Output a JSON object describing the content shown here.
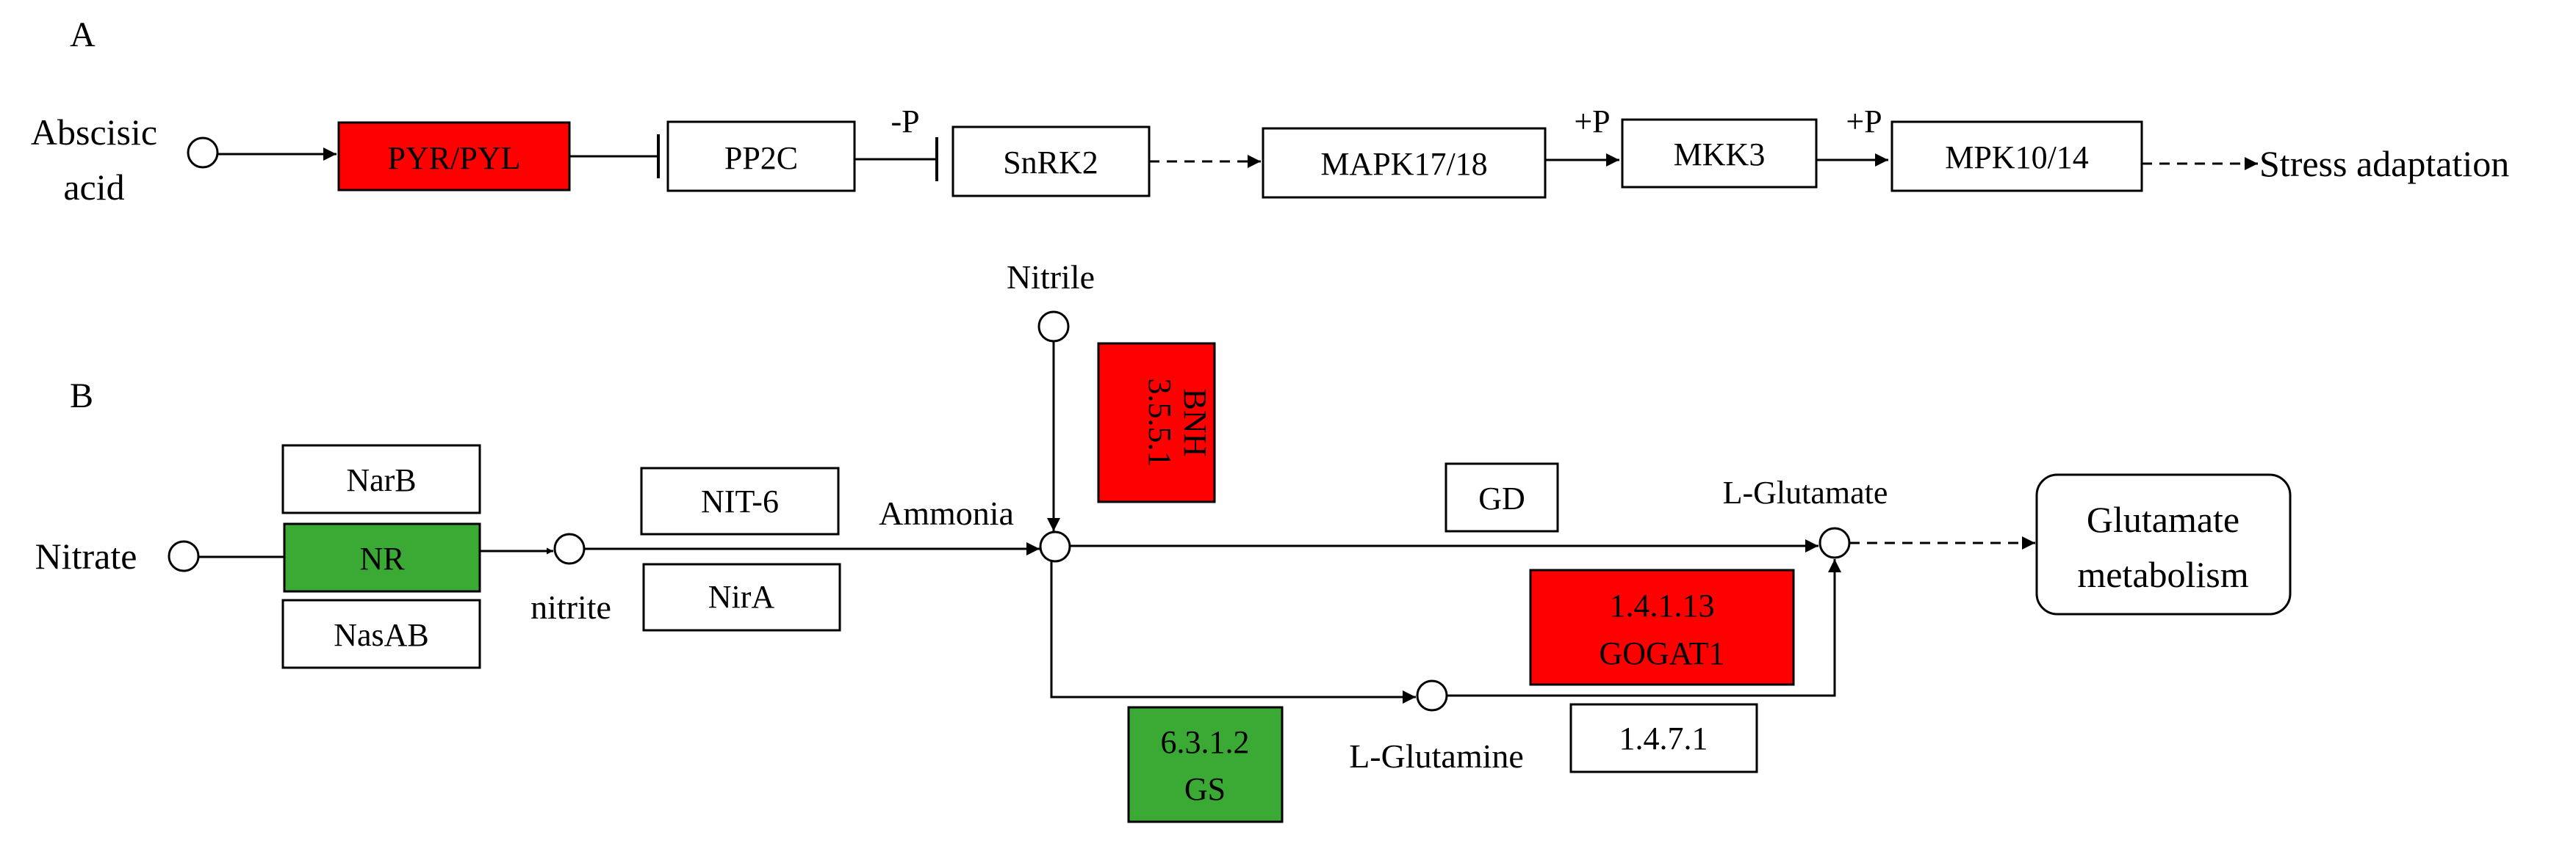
{
  "panel_a": {
    "label": "A",
    "compound_abscisic_line1": "Abscisic",
    "compound_abscisic_line2": "acid",
    "nodes": {
      "pyr_pyl": "PYR/PYL",
      "pp2c": "PP2C",
      "snrk2": "SnRK2",
      "mapk17_18": "MAPK17/18",
      "mkk3": "MKK3",
      "mpk10_14": "MPK10/14"
    },
    "edge_labels": {
      "minus_p": "-P",
      "plus_p_1": "+P",
      "plus_p_2": "+P"
    },
    "outcome": "Stress adaptation"
  },
  "panel_b": {
    "label": "B",
    "compounds": {
      "nitrate": "Nitrate",
      "nitrite": "nitrite",
      "nitrile": "Nitrile",
      "ammonia": "Ammonia",
      "l_glutamate": "L-Glutamate",
      "l_glutamine": "L-Glutamine"
    },
    "enzymes": {
      "narb": "NarB",
      "nr": "NR",
      "nasab": "NasAB",
      "nit6": "NIT-6",
      "nira": "NirA",
      "bnh_line1": "3.5.5.1",
      "bnh_line2": "BNH",
      "gd": "GD",
      "gogat_line1": "1.4.1.13",
      "gogat_line2": "GOGAT1",
      "ec1471": "1.4.7.1",
      "gs_line1": "6.3.1.2",
      "gs_line2": "GS"
    },
    "pathway_line1": "Glutamate",
    "pathway_line2": "metabolism"
  },
  "colors": {
    "upregulated": "#ff0000",
    "downregulated": "#3aaa35",
    "neutral": "#ffffff",
    "stroke": "#000000"
  }
}
